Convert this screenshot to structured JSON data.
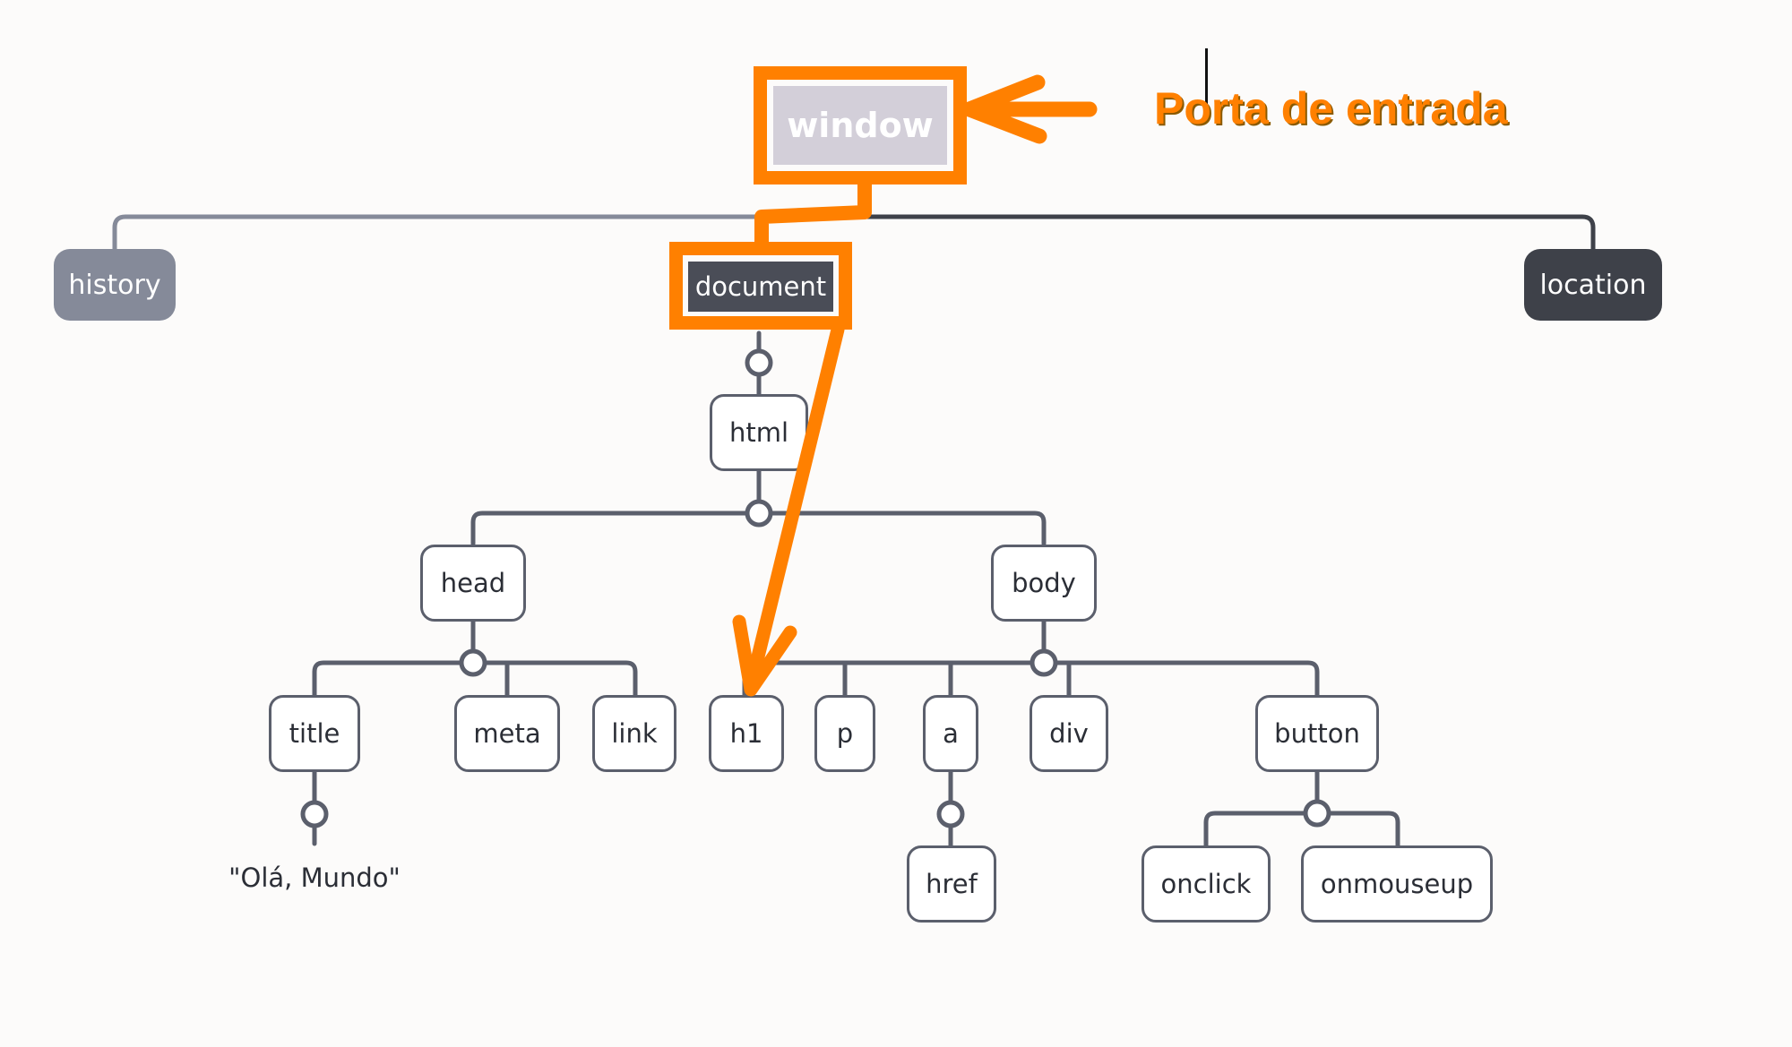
{
  "colors": {
    "highlight": "#ff8000",
    "connector": "#5b5f6c",
    "node_dark": "#3e4149",
    "node_grey": "#858a99",
    "window_fill": "#d3cfd9"
  },
  "callout": {
    "text": "Porta de entrada"
  },
  "nodes": {
    "window": "window",
    "history": "history",
    "document": "document",
    "location": "location",
    "html": "html",
    "head": "head",
    "body": "body",
    "title": "title",
    "meta": "meta",
    "link": "link",
    "h1": "h1",
    "p": "p",
    "a": "a",
    "div": "div",
    "button": "button",
    "href": "href",
    "onclick": "onclick",
    "onmouseup": "onmouseup"
  },
  "text_node": "\"Olá, Mundo\""
}
